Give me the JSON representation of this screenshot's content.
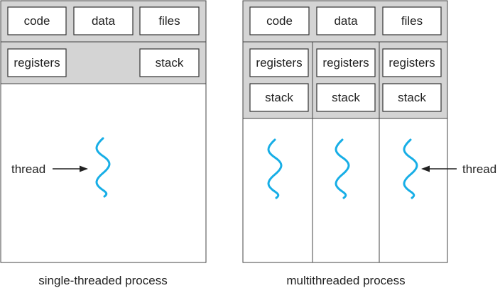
{
  "single_threaded": {
    "shared": [
      "code",
      "data",
      "files"
    ],
    "registers_label": "registers",
    "stack_label": "stack",
    "thread_label": "thread",
    "caption": "single-threaded process"
  },
  "multithreaded": {
    "shared": [
      "code",
      "data",
      "files"
    ],
    "threads": [
      {
        "registers_label": "registers",
        "stack_label": "stack"
      },
      {
        "registers_label": "registers",
        "stack_label": "stack"
      },
      {
        "registers_label": "registers",
        "stack_label": "stack"
      }
    ],
    "thread_label": "thread",
    "caption": "multithreaded process"
  },
  "colors": {
    "thread_wave": "#17aee6",
    "shaded_region": "#d4d4d4"
  },
  "icons": {
    "thread": "wavy-line-icon",
    "pointer": "arrow-icon"
  }
}
